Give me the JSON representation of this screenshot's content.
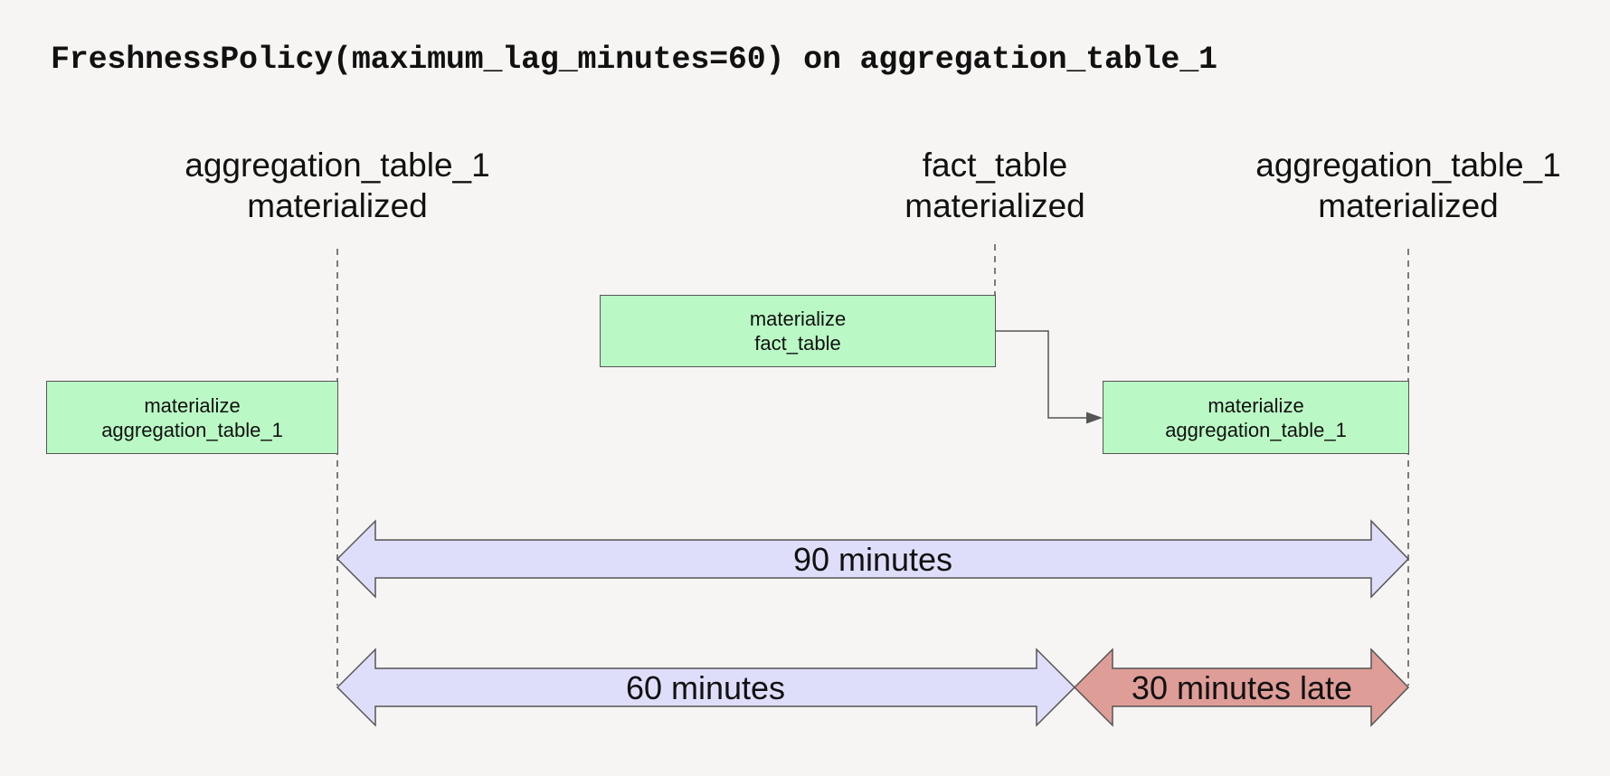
{
  "title": "FreshnessPolicy(maximum_lag_minutes=60) on aggregation_table_1",
  "events": [
    {
      "line1": "aggregation_table_1",
      "line2": "materialized"
    },
    {
      "line1": "fact_table",
      "line2": "materialized"
    },
    {
      "line1": "aggregation_table_1",
      "line2": "materialized"
    }
  ],
  "tasks": [
    {
      "line1": "materialize",
      "line2": "aggregation_table_1"
    },
    {
      "line1": "materialize",
      "line2": "fact_table"
    },
    {
      "line1": "materialize",
      "line2": "aggregation_table_1"
    }
  ],
  "spans": [
    {
      "label": "90 minutes"
    },
    {
      "label": "60 minutes"
    },
    {
      "label": "30 minutes late"
    }
  ],
  "colors": {
    "background": "#f6f5f3",
    "task_fill": "#baf9c5",
    "span_fill": "#dedefb",
    "late_fill": "#df9d98",
    "stroke": "#555555"
  }
}
